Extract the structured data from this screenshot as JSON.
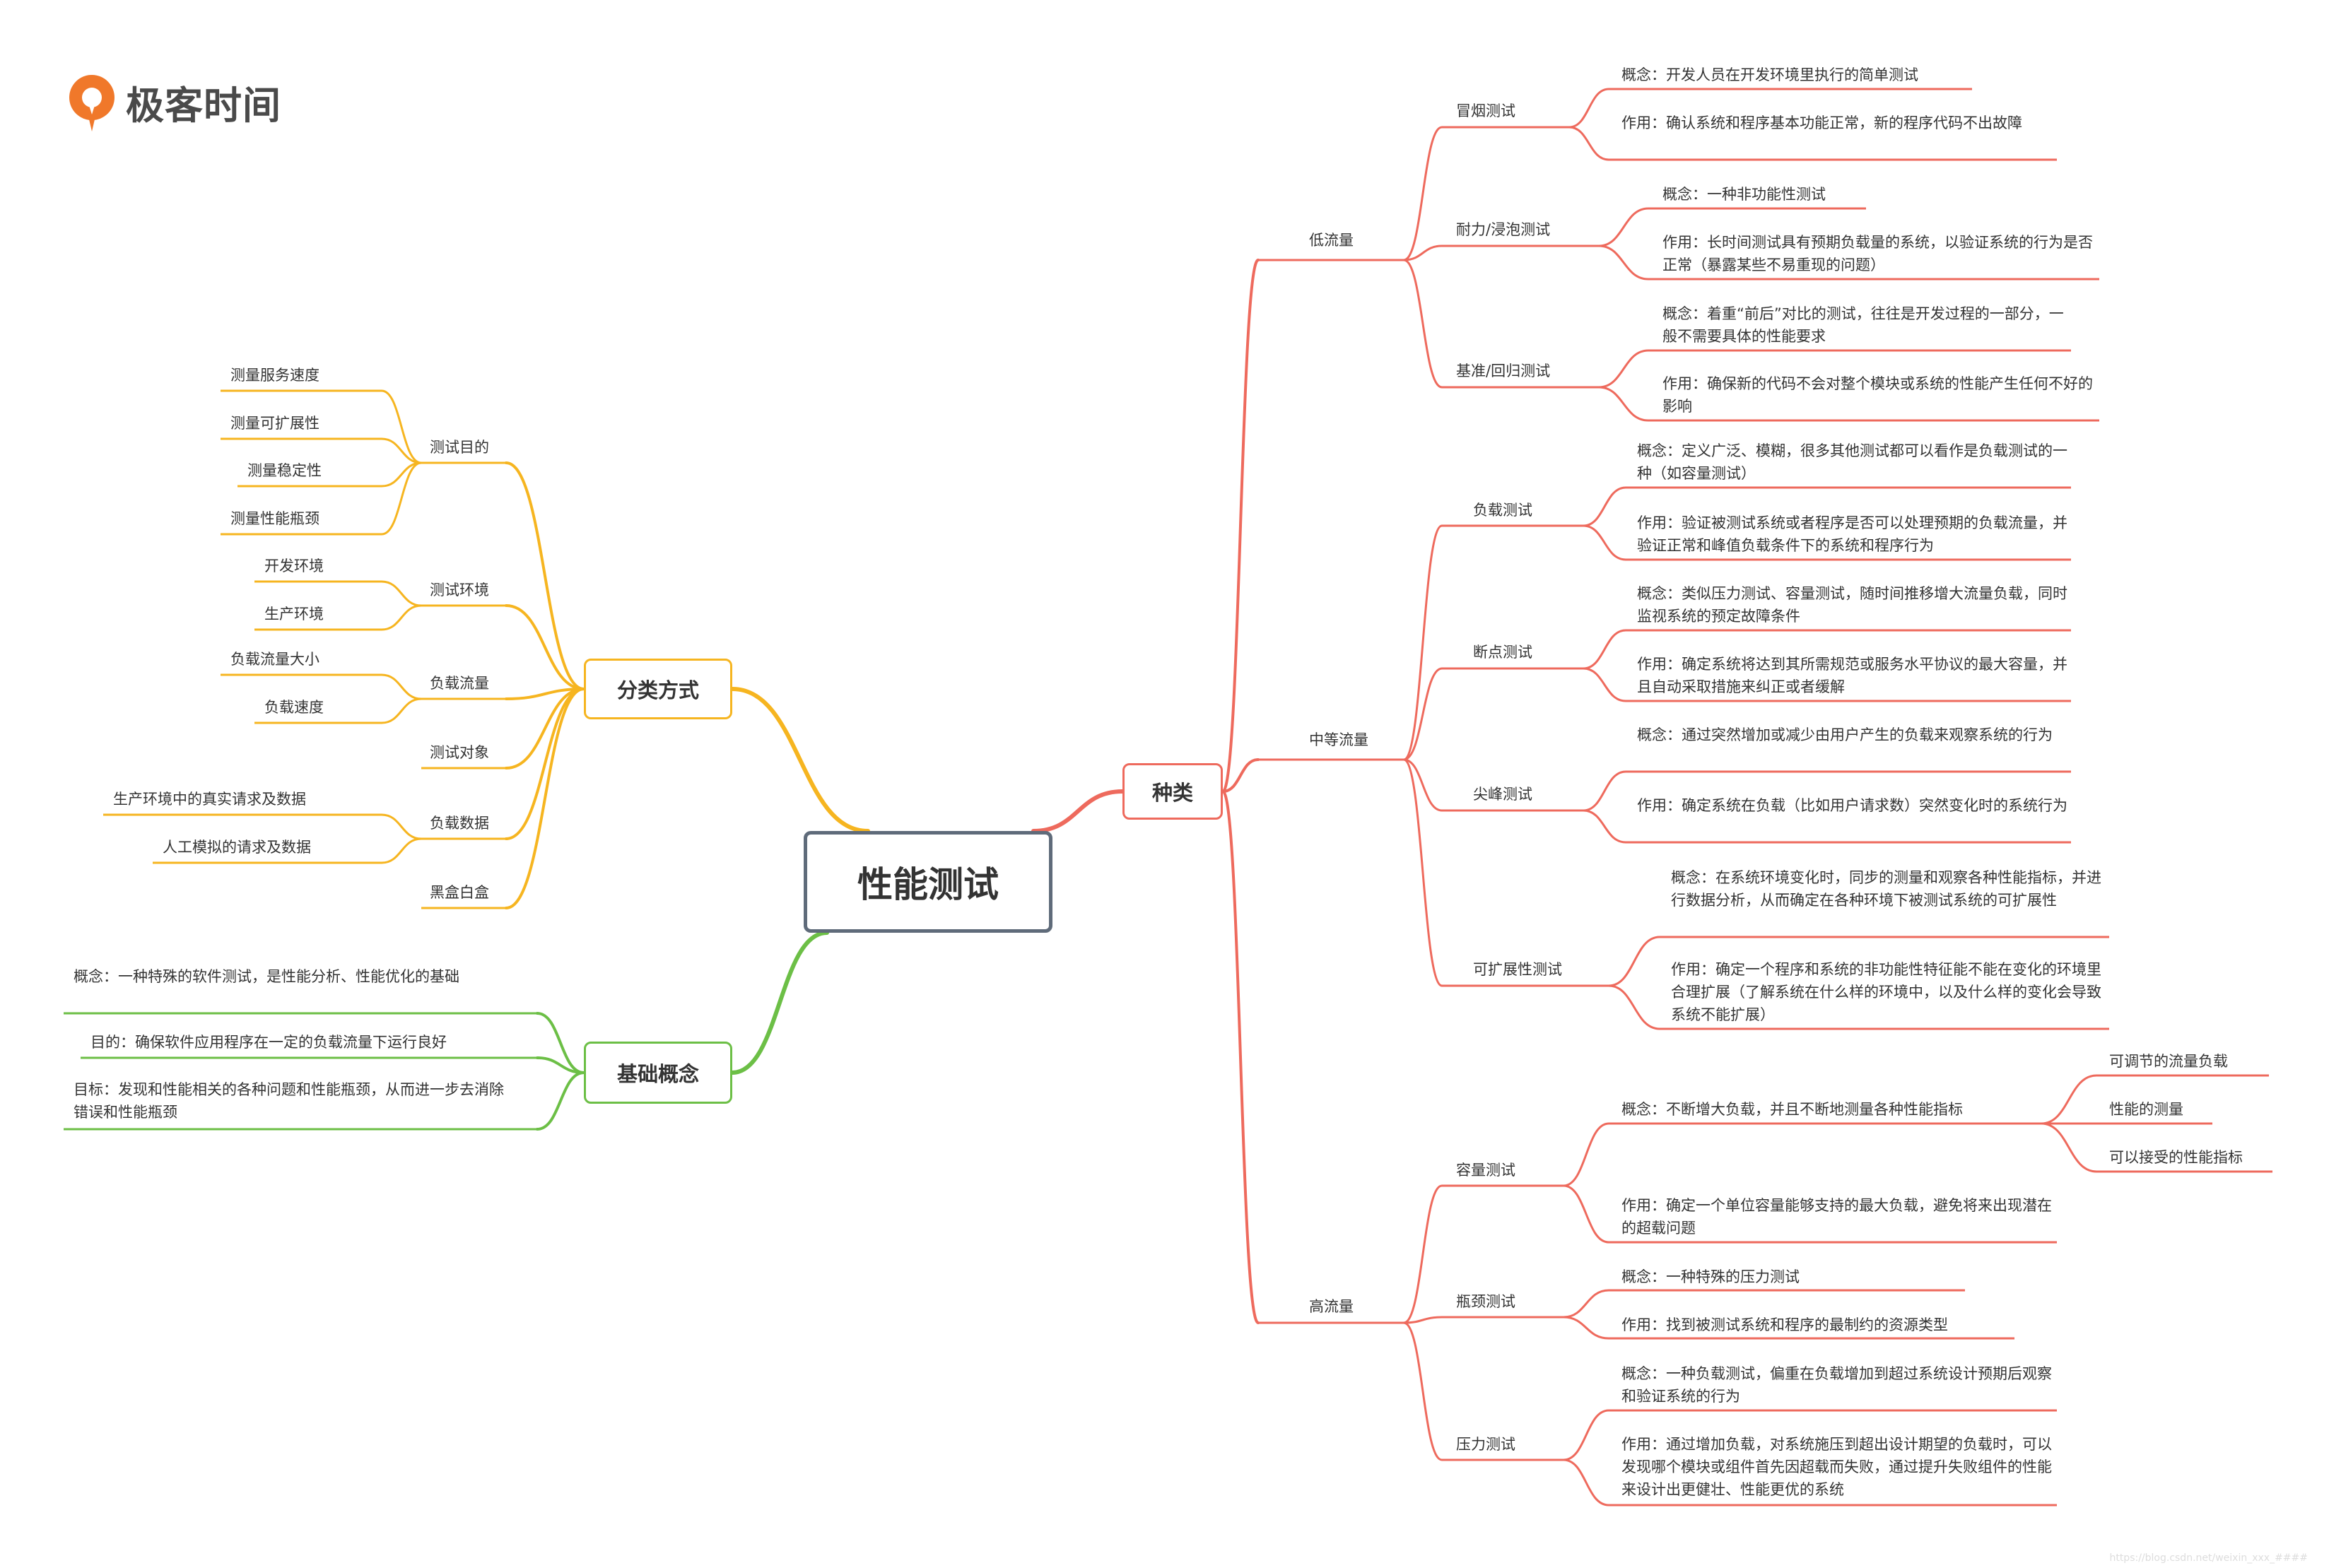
{
  "brand": {
    "name": "极客时间",
    "icon": "geektime-logo-icon",
    "color": "#f0782a"
  },
  "watermark": "https://blog.csdn.net/weixin_xxx_####",
  "colors": {
    "kinds": "#ee6a5d",
    "classify": "#f6b520",
    "basics": "#6cbf46",
    "root_border": "#5f6b7a"
  },
  "root": "性能测试",
  "kinds": {
    "label": "种类",
    "low": {
      "label": "低流量",
      "smoke": {
        "label": "冒烟测试",
        "concept": "概念：开发人员在开发环境里执行的简单测试",
        "purpose": "作用：确认系统和程序基本功能正常，新的程序代码不出故障"
      },
      "endurance": {
        "label": "耐力/浸泡测试",
        "concept": "概念：一种非功能性测试",
        "purpose": "作用：长时间测试具有预期负载量的系统，以验证系统的行为是否正常（暴露某些不易重现的问题）"
      },
      "baseline": {
        "label": "基准/回归测试",
        "concept": "概念：着重“前后”对比的测试，往往是开发过程的一部分，一般不需要具体的性能要求",
        "purpose": "作用：确保新的代码不会对整个模块或系统的性能产生任何不好的影响"
      }
    },
    "mid": {
      "label": "中等流量",
      "load": {
        "label": "负载测试",
        "concept": "概念：定义广泛、模糊，很多其他测试都可以看作是负载测试的一种（如容量测试）",
        "purpose": "作用：验证被测试系统或者程序是否可以处理预期的负载流量，并验证正常和峰值负载条件下的系统和程序行为"
      },
      "breakpoint": {
        "label": "断点测试",
        "concept": "概念：类似压力测试、容量测试，随时间推移增大流量负载，同时监视系统的预定故障条件",
        "purpose": "作用：确定系统将达到其所需规范或服务水平协议的最大容量，并且自动采取措施来纠正或者缓解"
      },
      "spike": {
        "label": "尖峰测试",
        "concept": "概念：通过突然增加或减少由用户产生的负载来观察系统的行为",
        "purpose": "作用：确定系统在负载（比如用户请求数）突然变化时的系统行为"
      },
      "scalability": {
        "label": "可扩展性测试",
        "concept": "概念：在系统环境变化时，同步的测量和观察各种性能指标，并进行数据分析，从而确定在各种环境下被测试系统的可扩展性",
        "purpose": "作用：确定一个程序和系统的非功能性特征能不能在变化的环境里合理扩展（了解系统在什么样的环境中，以及什么样的变化会导致系统不能扩展）"
      }
    },
    "high": {
      "label": "高流量",
      "capacity": {
        "label": "容量测试",
        "concept": "概念：不断增大负载，并且不断地测量各种性能指标",
        "sub": [
          "可调节的流量负载",
          "性能的测量",
          "可以接受的性能指标"
        ],
        "purpose": "作用：确定一个单位容量能够支持的最大负载，避免将来出现潜在的超载问题"
      },
      "bottleneck": {
        "label": "瓶颈测试",
        "concept": "概念：一种特殊的压力测试",
        "purpose": "作用：找到被测试系统和程序的最制约的资源类型"
      },
      "stress": {
        "label": "压力测试",
        "concept": "概念：一种负载测试，偏重在负载增加到超过系统设计预期后观察和验证系统的行为",
        "purpose": "作用：通过增加负载，对系统施压到超出设计期望的负载时，可以发现哪个模块或组件首先因超载而失败，通过提升失败组件的性能来设计出更健壮、性能更优的系统"
      }
    }
  },
  "classify": {
    "label": "分类方式",
    "goal": {
      "label": "测试目的",
      "items": [
        "测量服务速度",
        "测量可扩展性",
        "测量稳定性",
        "测量性能瓶颈"
      ]
    },
    "env": {
      "label": "测试环境",
      "items": [
        "开发环境",
        "生产环境"
      ]
    },
    "load": {
      "label": "负载流量",
      "items": [
        "负载流量大小",
        "负载速度"
      ]
    },
    "object": {
      "label": "测试对象"
    },
    "data": {
      "label": "负载数据",
      "items": [
        "生产环境中的真实请求及数据",
        "人工模拟的请求及数据"
      ]
    },
    "box": {
      "label": "黑盒白盒"
    }
  },
  "basics": {
    "label": "基础概念",
    "concept": "概念：一种特殊的软件测试，是性能分析、性能优化的基础",
    "aim": "目的：确保软件应用程序在一定的负载流量下运行良好",
    "target": "目标：发现和性能相关的各种问题和性能瓶颈，从而进一步去消除错误和性能瓶颈"
  }
}
